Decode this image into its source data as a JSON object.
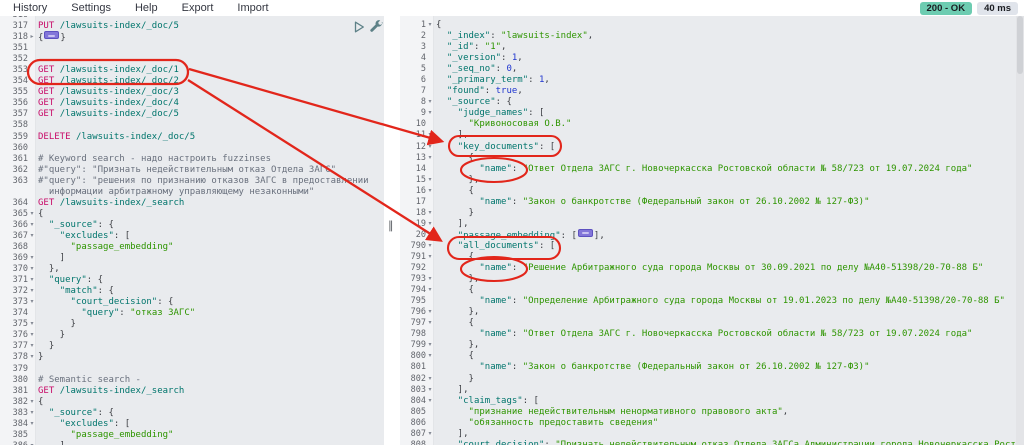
{
  "menu": {
    "items": [
      "History",
      "Settings",
      "Help",
      "Export",
      "Import"
    ]
  },
  "status": {
    "code_label": "200 - OK",
    "time_label": "40 ms"
  },
  "icons": {
    "play": "▷",
    "grip": "∥",
    "fold_open": "▾",
    "fold_collapsed": "▸"
  },
  "colors": {
    "annotation_red": "#e2261b",
    "method_pink": "#c80a68",
    "url_teal": "#00756c",
    "string_green": "#2e9500",
    "number_blue": "#1f35cf",
    "comment_gray": "#69707d",
    "badge_ok_bg": "#6dccb1",
    "badge_time_bg": "#e0e4eb",
    "editor_bg": "#e9ebee",
    "fold_badge_bg": "#8376d9"
  },
  "request_editor": {
    "rows": [
      [
        "316",
        0,
        []
      ],
      [
        "317",
        0,
        [
          [
            "m",
            "PUT "
          ],
          [
            "u",
            "/lawsuits-index/_doc/5"
          ]
        ]
      ],
      [
        "318",
        2,
        [
          [
            "p",
            "{"
          ],
          [
            "b",
            ""
          ],
          [
            "p",
            "}"
          ]
        ]
      ],
      [
        "351",
        0,
        []
      ],
      [
        "352",
        0,
        []
      ],
      [
        "353",
        0,
        [
          [
            "m",
            "GET "
          ],
          [
            "u",
            "/lawsuits-index/_doc/1"
          ]
        ]
      ],
      [
        "354",
        0,
        [
          [
            "m",
            "GET "
          ],
          [
            "u",
            "/lawsuits-index/_doc/2"
          ]
        ]
      ],
      [
        "355",
        0,
        [
          [
            "m",
            "GET "
          ],
          [
            "u",
            "/lawsuits-index/_doc/3"
          ]
        ]
      ],
      [
        "356",
        0,
        [
          [
            "m",
            "GET "
          ],
          [
            "u",
            "/lawsuits-index/_doc/4"
          ]
        ]
      ],
      [
        "357",
        0,
        [
          [
            "m",
            "GET "
          ],
          [
            "u",
            "/lawsuits-index/_doc/5"
          ]
        ]
      ],
      [
        "358",
        0,
        []
      ],
      [
        "359",
        0,
        [
          [
            "m",
            "DELETE "
          ],
          [
            "u",
            "/lawsuits-index/_doc/5"
          ]
        ]
      ],
      [
        "360",
        0,
        []
      ],
      [
        "361",
        0,
        [
          [
            "c",
            "# Keyword search - надо настроить fuzzinses"
          ]
        ]
      ],
      [
        "362",
        0,
        [
          [
            "c",
            "#\"query\": \"Признать недействительным отказ Отдела ЗАГС\""
          ]
        ]
      ],
      [
        "363",
        0,
        [
          [
            "c",
            "#\"query\": \"решения по признанию отказов ЗАГС в предоставлении"
          ]
        ]
      ],
      [
        "",
        0,
        [
          [
            "c",
            "  информации арбитражному управляющему незаконными\""
          ]
        ]
      ],
      [
        "364",
        0,
        [
          [
            "m",
            "GET "
          ],
          [
            "u",
            "/lawsuits-index/_search"
          ]
        ]
      ],
      [
        "365",
        1,
        [
          [
            "p",
            "{"
          ]
        ]
      ],
      [
        "366",
        1,
        [
          [
            "p",
            "  "
          ],
          [
            "k",
            "\"_source\""
          ],
          [
            "p",
            ": {"
          ]
        ]
      ],
      [
        "367",
        1,
        [
          [
            "p",
            "    "
          ],
          [
            "k",
            "\"excludes\""
          ],
          [
            "p",
            ": ["
          ]
        ]
      ],
      [
        "368",
        0,
        [
          [
            "p",
            "      "
          ],
          [
            "s",
            "\"passage_embedding\""
          ]
        ]
      ],
      [
        "369",
        1,
        [
          [
            "p",
            "    ]"
          ]
        ]
      ],
      [
        "370",
        1,
        [
          [
            "p",
            "  },"
          ]
        ]
      ],
      [
        "371",
        1,
        [
          [
            "p",
            "  "
          ],
          [
            "k",
            "\"query\""
          ],
          [
            "p",
            ": {"
          ]
        ]
      ],
      [
        "372",
        1,
        [
          [
            "p",
            "    "
          ],
          [
            "k",
            "\"match\""
          ],
          [
            "p",
            ": {"
          ]
        ]
      ],
      [
        "373",
        1,
        [
          [
            "p",
            "      "
          ],
          [
            "k",
            "\"court_decision\""
          ],
          [
            "p",
            ": {"
          ]
        ]
      ],
      [
        "374",
        0,
        [
          [
            "p",
            "        "
          ],
          [
            "k",
            "\"query\""
          ],
          [
            "p",
            ": "
          ],
          [
            "s",
            "\"отказ ЗАГС\""
          ]
        ]
      ],
      [
        "375",
        1,
        [
          [
            "p",
            "      }"
          ]
        ]
      ],
      [
        "376",
        1,
        [
          [
            "p",
            "    }"
          ]
        ]
      ],
      [
        "377",
        1,
        [
          [
            "p",
            "  }"
          ]
        ]
      ],
      [
        "378",
        1,
        [
          [
            "p",
            "}"
          ]
        ]
      ],
      [
        "379",
        0,
        []
      ],
      [
        "380",
        0,
        [
          [
            "c",
            "# Semantic search -"
          ]
        ]
      ],
      [
        "381",
        0,
        [
          [
            "m",
            "GET "
          ],
          [
            "u",
            "/lawsuits-index/_search"
          ]
        ]
      ],
      [
        "382",
        1,
        [
          [
            "p",
            "{"
          ]
        ]
      ],
      [
        "383",
        1,
        [
          [
            "p",
            "  "
          ],
          [
            "k",
            "\"_source\""
          ],
          [
            "p",
            ": {"
          ]
        ]
      ],
      [
        "384",
        1,
        [
          [
            "p",
            "    "
          ],
          [
            "k",
            "\"excludes\""
          ],
          [
            "p",
            ": ["
          ]
        ]
      ],
      [
        "385",
        0,
        [
          [
            "p",
            "      "
          ],
          [
            "s",
            "\"passage_embedding\""
          ]
        ]
      ],
      [
        "386",
        1,
        [
          [
            "p",
            "    ]"
          ]
        ]
      ]
    ]
  },
  "response_editor": {
    "rows": [
      [
        "1",
        1,
        [
          [
            "p",
            "{"
          ]
        ]
      ],
      [
        "2",
        0,
        [
          [
            "p",
            "  "
          ],
          [
            "k",
            "\"_index\""
          ],
          [
            "p",
            ": "
          ],
          [
            "s",
            "\"lawsuits-index\""
          ],
          [
            "p",
            ","
          ]
        ]
      ],
      [
        "3",
        0,
        [
          [
            "p",
            "  "
          ],
          [
            "k",
            "\"_id\""
          ],
          [
            "p",
            ": "
          ],
          [
            "s",
            "\"1\""
          ],
          [
            "p",
            ","
          ]
        ]
      ],
      [
        "4",
        0,
        [
          [
            "p",
            "  "
          ],
          [
            "k",
            "\"_version\""
          ],
          [
            "p",
            ": "
          ],
          [
            "n",
            "1"
          ],
          [
            "p",
            ","
          ]
        ]
      ],
      [
        "5",
        0,
        [
          [
            "p",
            "  "
          ],
          [
            "k",
            "\"_seq_no\""
          ],
          [
            "p",
            ": "
          ],
          [
            "n",
            "0"
          ],
          [
            "p",
            ","
          ]
        ]
      ],
      [
        "6",
        0,
        [
          [
            "p",
            "  "
          ],
          [
            "k",
            "\"_primary_term\""
          ],
          [
            "p",
            ": "
          ],
          [
            "n",
            "1"
          ],
          [
            "p",
            ","
          ]
        ]
      ],
      [
        "7",
        0,
        [
          [
            "p",
            "  "
          ],
          [
            "k",
            "\"found\""
          ],
          [
            "p",
            ": "
          ],
          [
            "n",
            "true"
          ],
          [
            "p",
            ","
          ]
        ]
      ],
      [
        "8",
        1,
        [
          [
            "p",
            "  "
          ],
          [
            "k",
            "\"_source\""
          ],
          [
            "p",
            ": {"
          ]
        ]
      ],
      [
        "9",
        1,
        [
          [
            "p",
            "    "
          ],
          [
            "k",
            "\"judge_names\""
          ],
          [
            "p",
            ": ["
          ]
        ]
      ],
      [
        "10",
        0,
        [
          [
            "p",
            "      "
          ],
          [
            "s",
            "\"Кривоносовая О.В.\""
          ]
        ]
      ],
      [
        "11",
        1,
        [
          [
            "p",
            "    ],"
          ]
        ]
      ],
      [
        "12",
        1,
        [
          [
            "p",
            "    "
          ],
          [
            "k",
            "\"key_documents\""
          ],
          [
            "p",
            ": ["
          ]
        ]
      ],
      [
        "13",
        1,
        [
          [
            "p",
            "      {"
          ]
        ]
      ],
      [
        "14",
        0,
        [
          [
            "p",
            "        "
          ],
          [
            "k",
            "\"name\""
          ],
          [
            "p",
            ": "
          ],
          [
            "s",
            "\"Ответ Отдела ЗАГС г. Новочеркасска Ростовской области № 58/723 от 19.07.2024 года\""
          ]
        ]
      ],
      [
        "15",
        1,
        [
          [
            "p",
            "      },"
          ]
        ]
      ],
      [
        "16",
        1,
        [
          [
            "p",
            "      {"
          ]
        ]
      ],
      [
        "17",
        0,
        [
          [
            "p",
            "        "
          ],
          [
            "k",
            "\"name\""
          ],
          [
            "p",
            ": "
          ],
          [
            "s",
            "\"Закон о банкротстве (Федеральный закон от 26.10.2002 № 127-ФЗ)\""
          ]
        ]
      ],
      [
        "18",
        1,
        [
          [
            "p",
            "      }"
          ]
        ]
      ],
      [
        "19",
        1,
        [
          [
            "p",
            "    ],"
          ]
        ]
      ],
      [
        "20",
        2,
        [
          [
            "p",
            "    "
          ],
          [
            "k",
            "\"passage_embedding\""
          ],
          [
            "p",
            ": ["
          ],
          [
            "b",
            ""
          ],
          [
            "p",
            "],"
          ]
        ]
      ],
      [
        "790",
        1,
        [
          [
            "p",
            "    "
          ],
          [
            "k",
            "\"all_documents\""
          ],
          [
            "p",
            ": ["
          ]
        ]
      ],
      [
        "791",
        1,
        [
          [
            "p",
            "      {"
          ]
        ]
      ],
      [
        "792",
        0,
        [
          [
            "p",
            "        "
          ],
          [
            "k",
            "\"name\""
          ],
          [
            "p",
            ": "
          ],
          [
            "s",
            "\"Решение Арбитражного суда города Москвы от 30.09.2021 по делу №А40-51398/20-70-88 Б\""
          ]
        ]
      ],
      [
        "793",
        1,
        [
          [
            "p",
            "      },"
          ]
        ]
      ],
      [
        "794",
        1,
        [
          [
            "p",
            "      {"
          ]
        ]
      ],
      [
        "795",
        0,
        [
          [
            "p",
            "        "
          ],
          [
            "k",
            "\"name\""
          ],
          [
            "p",
            ": "
          ],
          [
            "s",
            "\"Определение Арбитражного суда города Москвы от 19.01.2023 по делу №А40-51398/20-70-88 Б\""
          ]
        ]
      ],
      [
        "796",
        1,
        [
          [
            "p",
            "      },"
          ]
        ]
      ],
      [
        "797",
        1,
        [
          [
            "p",
            "      {"
          ]
        ]
      ],
      [
        "798",
        0,
        [
          [
            "p",
            "        "
          ],
          [
            "k",
            "\"name\""
          ],
          [
            "p",
            ": "
          ],
          [
            "s",
            "\"Ответ Отдела ЗАГС г. Новочеркасска Ростовской области № 58/723 от 19.07.2024 года\""
          ]
        ]
      ],
      [
        "799",
        1,
        [
          [
            "p",
            "      },"
          ]
        ]
      ],
      [
        "800",
        1,
        [
          [
            "p",
            "      {"
          ]
        ]
      ],
      [
        "801",
        0,
        [
          [
            "p",
            "        "
          ],
          [
            "k",
            "\"name\""
          ],
          [
            "p",
            ": "
          ],
          [
            "s",
            "\"Закон о банкротстве (Федеральный закон от 26.10.2002 № 127-ФЗ)\""
          ]
        ]
      ],
      [
        "802",
        1,
        [
          [
            "p",
            "      }"
          ]
        ]
      ],
      [
        "803",
        1,
        [
          [
            "p",
            "    ],"
          ]
        ]
      ],
      [
        "804",
        1,
        [
          [
            "p",
            "    "
          ],
          [
            "k",
            "\"claim_tags\""
          ],
          [
            "p",
            ": ["
          ]
        ]
      ],
      [
        "805",
        0,
        [
          [
            "p",
            "      "
          ],
          [
            "s",
            "\"признание недействительным ненормативного правового акта\""
          ],
          [
            "p",
            ","
          ]
        ]
      ],
      [
        "806",
        0,
        [
          [
            "p",
            "      "
          ],
          [
            "s",
            "\"обязанность предоставить сведения\""
          ]
        ]
      ],
      [
        "807",
        1,
        [
          [
            "p",
            "    ],"
          ]
        ]
      ],
      [
        "808",
        0,
        [
          [
            "p",
            "    "
          ],
          [
            "k",
            "\"court_decision\""
          ],
          [
            "p",
            ": "
          ],
          [
            "s",
            "\"Признать недействительным отказ Отдела ЗАГСа Администрации города Новочеркасска Ростовской\""
          ]
        ]
      ]
    ]
  }
}
